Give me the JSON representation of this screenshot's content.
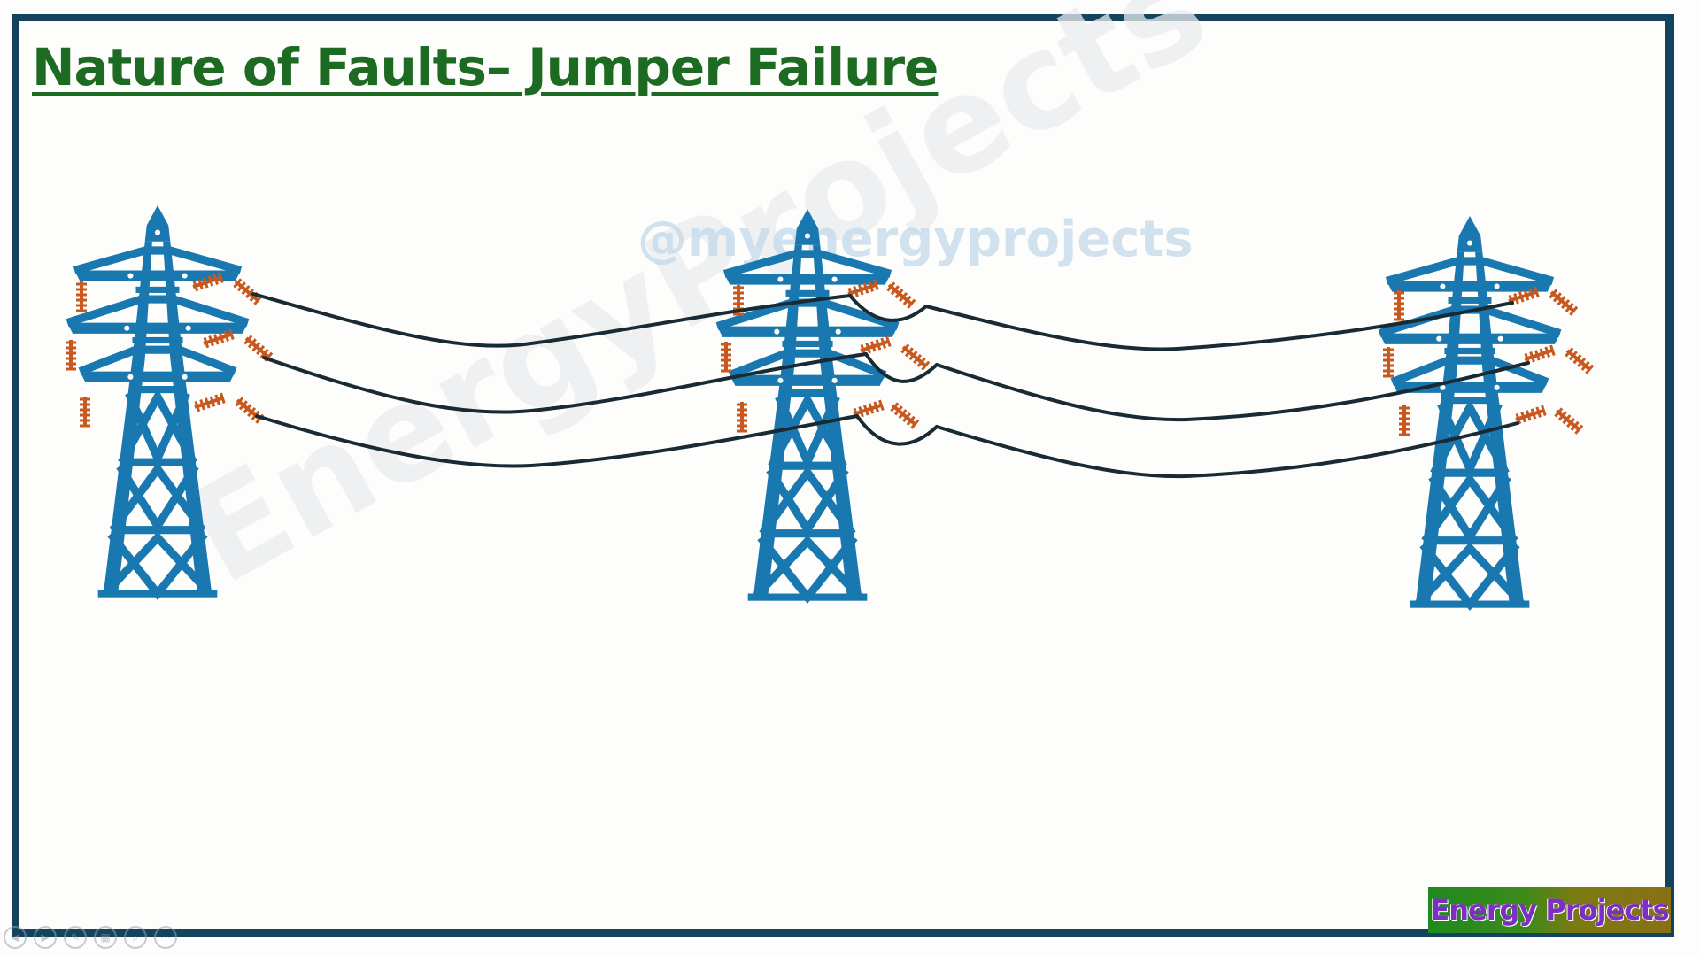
{
  "slide": {
    "title": "Nature of Faults– Jumper Failure",
    "watermark_handle": "@myenergyprojects",
    "watermark_big": "EnergyProjects",
    "brand": "Energy Projects"
  },
  "colors": {
    "frame": "#14435e",
    "title": "#1d6b22",
    "tower": "#1a78b0",
    "insulator": "#c8581e",
    "conductor": "#182a34",
    "brand_text": "#7d2fc4"
  },
  "slideshow_toolbar": {
    "icons": [
      "previous-icon",
      "next-icon",
      "pen-icon",
      "slides-icon",
      "zoom-icon",
      "more-icon"
    ],
    "glyphs": [
      "◀",
      "▶",
      "✎",
      "▦",
      "⌕",
      "⋯"
    ]
  }
}
